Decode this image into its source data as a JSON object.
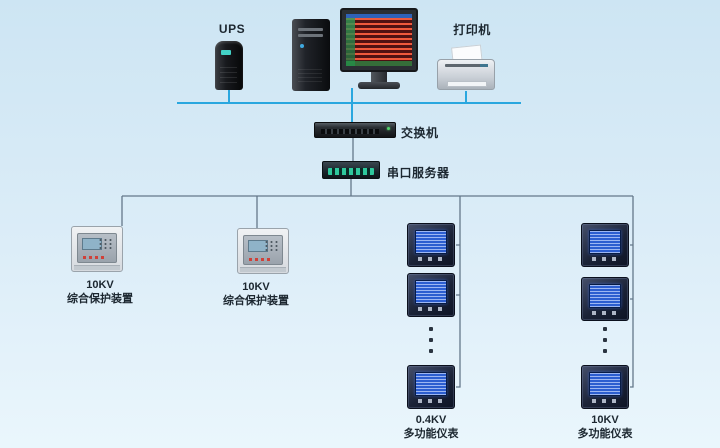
{
  "labels": {
    "ups": "UPS",
    "printer": "打印机",
    "switch": "交换机",
    "serial_server": "串口服务器"
  },
  "protection_units": [
    {
      "voltage": "10KV",
      "name": "综合保护装置"
    },
    {
      "voltage": "10KV",
      "name": "综合保护装置"
    }
  ],
  "meter_groups": [
    {
      "voltage": "0.4KV",
      "name": "多功能仪表"
    },
    {
      "voltage": "10KV",
      "name": "多功能仪表"
    }
  ],
  "colors": {
    "background_top": "#cde5f3",
    "background_bottom": "#eaf6fc",
    "network_line": "#2aa7df",
    "branch_line": "#64788a",
    "meter_screen": "#2c5ed0",
    "text": "#1c2730"
  }
}
